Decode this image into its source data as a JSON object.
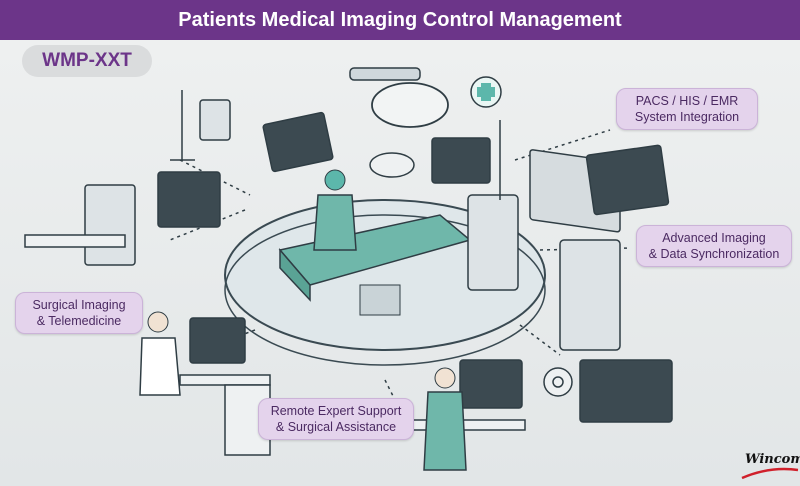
{
  "header": {
    "title": "Patients Medical Imaging Control Management"
  },
  "badge": {
    "model": "WMP-XXT"
  },
  "labels": [
    {
      "line1": "PACS / HIS / EMR",
      "line2": "System Integration"
    },
    {
      "line1": "Advanced Imaging",
      "line2": "& Data Synchronization"
    },
    {
      "line1": "Surgical Imaging",
      "line2": "& Telemedicine"
    },
    {
      "line1": "Remote Expert  Support",
      "line2": "& Surgical Assistance"
    }
  ],
  "logo": {
    "text": "Wincomm"
  },
  "colors": {
    "header": "#6c3589",
    "label_bg": "#e4d3ec",
    "accent": "#6c3589",
    "drape": "#6fb7aa"
  }
}
